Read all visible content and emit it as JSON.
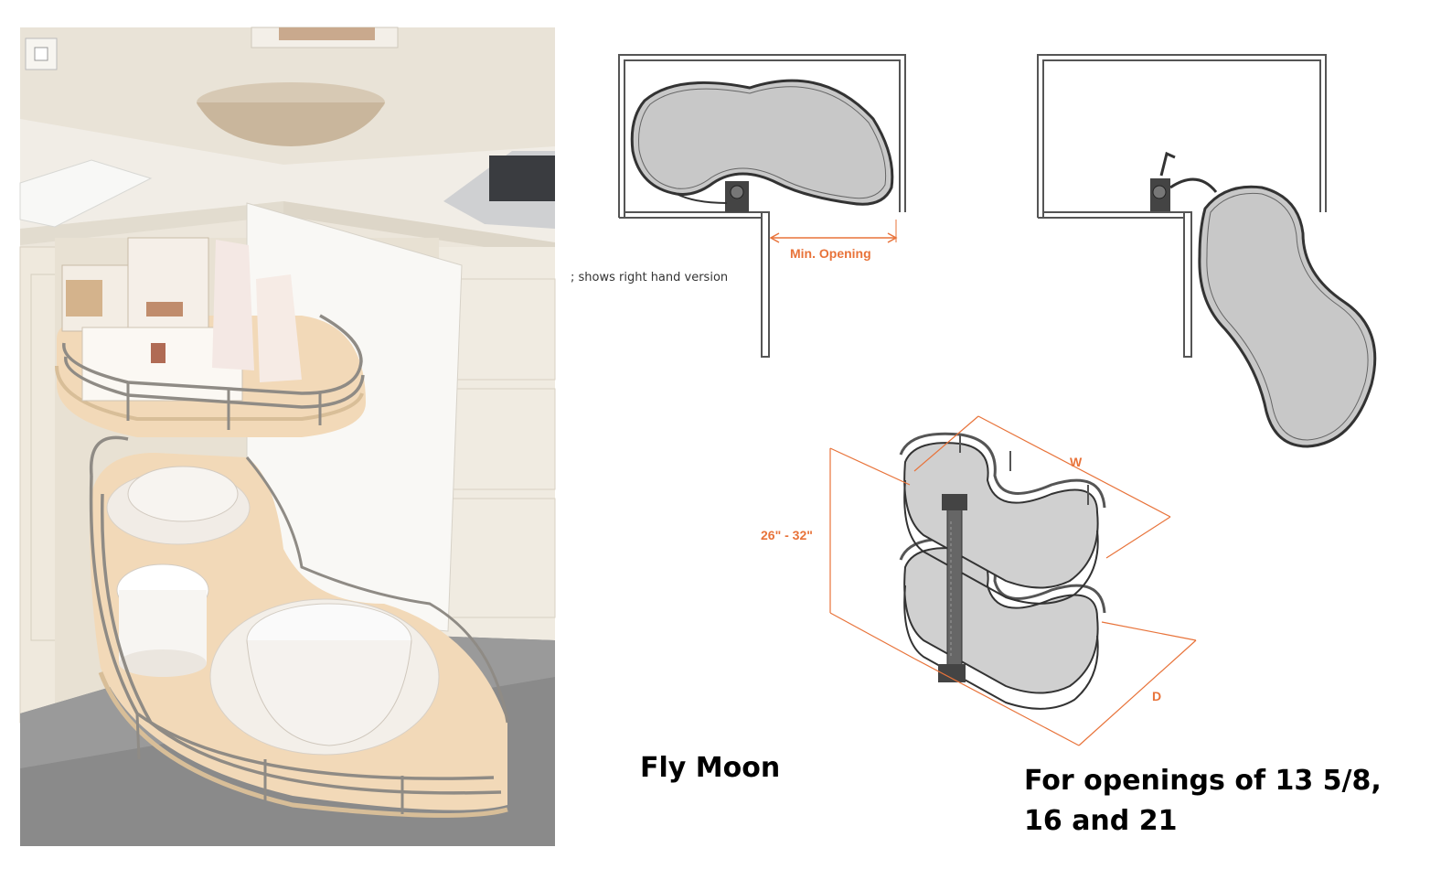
{
  "caption_partial": "; shows right hand version",
  "min_opening_label": "Min. Opening",
  "height_label": "26\" - 32\"",
  "width_label": "W",
  "depth_label": "D",
  "product_name": "Fly Moon",
  "openings_text": "For openings of 13 5/8, 16 and 21",
  "colors": {
    "dimension": "#e8733a",
    "tray_fill": "#c8c8c8",
    "outline": "#333333",
    "wood": "#f2d9b8",
    "cabinet": "#f4efe6"
  },
  "icons": {
    "photo": "kitchen-corner-cabinet-photo",
    "plan_closed": "tray-closed-plan-diagram",
    "plan_open": "tray-open-plan-diagram",
    "isometric": "two-tier-tray-isometric-diagram"
  }
}
